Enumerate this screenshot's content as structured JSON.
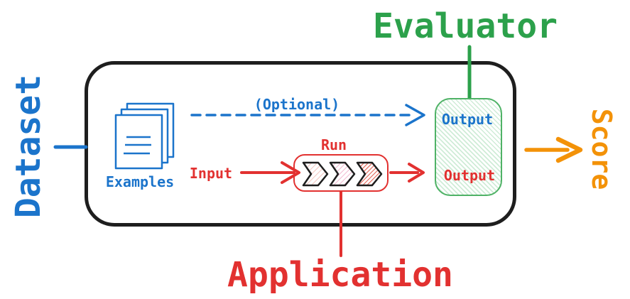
{
  "diagram": {
    "title_context": "evaluation-flow",
    "labels": {
      "dataset": "Dataset",
      "evaluator": "Evaluator",
      "application": "Application",
      "score": "Score",
      "examples": "Examples",
      "optional": "(Optional)",
      "run": "Run",
      "input": "Input",
      "output_reference": "Output",
      "output_actual": "Output"
    },
    "colors": {
      "blue": "#1b74cb",
      "red": "#e23130",
      "green": "#2ca14b",
      "green_border": "#4fb266",
      "orange": "#f39208",
      "black": "#1e1e1e",
      "hatch_green": "#cfecd7",
      "hatch_red_light": "#f0b6ae",
      "hatch_pink": "#f0aec9",
      "hatch_red_dark": "#e15a4b"
    }
  }
}
